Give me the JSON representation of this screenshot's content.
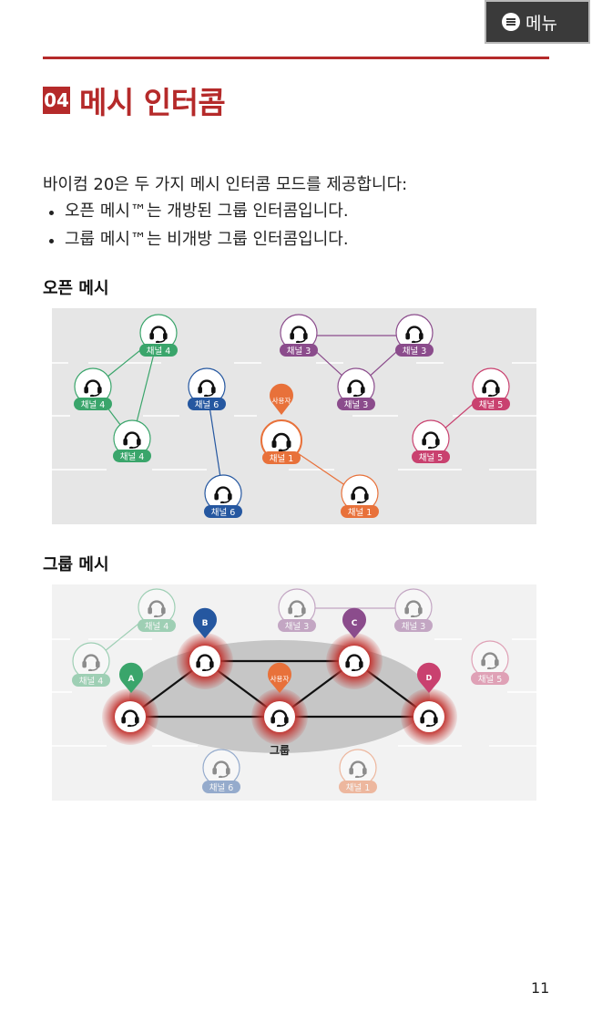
{
  "header": {
    "menu_label": "메뉴"
  },
  "section": {
    "number": "04",
    "title": "메시 인터콤"
  },
  "intro": "바이컴 20은 두 가지 메시 인터콤 모드를 제공합니다:",
  "bullets": [
    "오픈 메시™는 개방된 그룹 인터콤입니다.",
    "그룹 메시™는 비개방 그룹 인터콤입니다."
  ],
  "open_mesh": {
    "heading": "오픈 메시",
    "user_pin": "사용자",
    "nodes": [
      {
        "label": "채널 4",
        "channel": 4
      },
      {
        "label": "채널 4",
        "channel": 4
      },
      {
        "label": "채널 4",
        "channel": 4
      },
      {
        "label": "채널 6",
        "channel": 6
      },
      {
        "label": "채널 6",
        "channel": 6
      },
      {
        "label": "채널 3",
        "channel": 3
      },
      {
        "label": "채널 3",
        "channel": 3
      },
      {
        "label": "채널 3",
        "channel": 3
      },
      {
        "label": "채널 1",
        "channel": 1
      },
      {
        "label": "채널 1",
        "channel": 1
      },
      {
        "label": "채널 5",
        "channel": 5
      },
      {
        "label": "채널 5",
        "channel": 5
      }
    ]
  },
  "group_mesh": {
    "heading": "그룹 메시",
    "group_label": "그룹",
    "user_pin": "사용자",
    "member_pins": [
      "A",
      "B",
      "C",
      "D"
    ],
    "faded_nodes": [
      {
        "label": "채널 4"
      },
      {
        "label": "채널 4"
      },
      {
        "label": "채널 3"
      },
      {
        "label": "채널 3"
      },
      {
        "label": "채널 5"
      },
      {
        "label": "채널 6"
      },
      {
        "label": "채널 1"
      }
    ]
  },
  "colors": {
    "accent": "#b52a2a",
    "ch1": "#e8713a",
    "ch3": "#8b4c8c",
    "ch4": "#3aa56b",
    "ch5": "#c9416f",
    "ch6": "#2557a0",
    "group_red": "#c2332f"
  },
  "page_number": "11"
}
